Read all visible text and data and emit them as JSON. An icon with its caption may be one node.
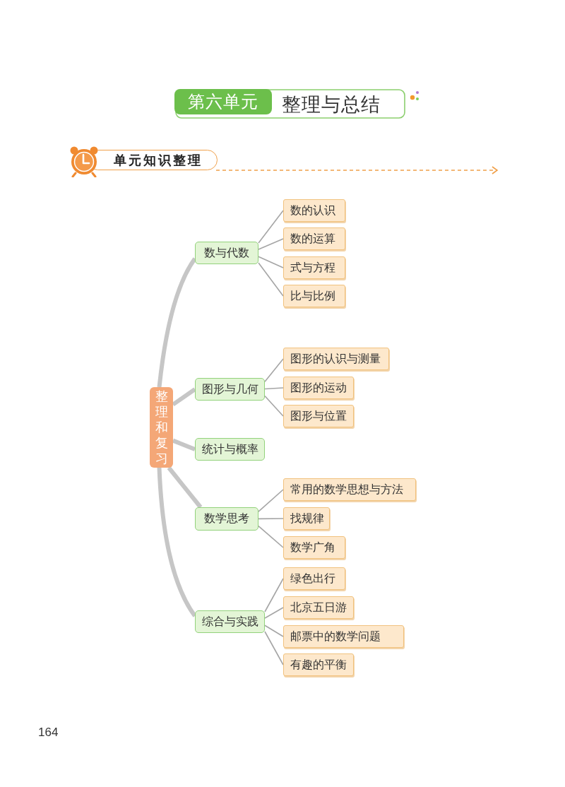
{
  "diagram": {
    "title": "整理与总结",
    "nodes": [
      {
        "text": [
          "整理和复习"
        ]
      },
      {
        "text": [
          "数与代数"
        ]
      },
      {
        "text": [
          "数的认识"
        ]
      },
      {
        "text": [
          "数的运算"
        ]
      },
      {
        "text": [
          "式与方程"
        ]
      },
      {
        "text": [
          "比与比例"
        ]
      },
      {
        "text": [
          "图形与几何"
        ]
      },
      {
        "text": [
          "图形的认识与测量"
        ]
      },
      {
        "text": [
          "图形的运动"
        ]
      },
      {
        "text": [
          "图形与位置"
        ]
      },
      {
        "text": [
          "统计与概率"
        ]
      },
      {
        "text": [
          "数学思考"
        ]
      },
      {
        "text": [
          "常用的数学思想与方法"
        ]
      },
      {
        "text": [
          "找规律"
        ]
      },
      {
        "text": [
          "数学广角"
        ]
      },
      {
        "text": [
          "综合与实践"
        ]
      },
      {
        "text": [
          "绿色出行"
        ]
      },
      {
        "text": [
          "北京五日游"
        ]
      },
      {
        "text": [
          "邮票中的数学问题"
        ]
      },
      {
        "text": [
          "有趣的平衡"
        ]
      }
    ],
    "edges": [
      {
        "from": 0,
        "to": 1,
        "arrow": "none",
        "style": "thick",
        "color": "#c6c6c6"
      },
      {
        "from": 1,
        "to": 2,
        "arrow": "none"
      },
      {
        "from": 1,
        "to": 3,
        "arrow": "none"
      },
      {
        "from": 1,
        "to": 4,
        "arrow": "none"
      },
      {
        "from": 1,
        "to": 5,
        "arrow": "none"
      },
      {
        "from": 0,
        "to": 6,
        "arrow": "none",
        "style": "thick",
        "color": "#c6c6c6"
      },
      {
        "from": 6,
        "to": 7,
        "arrow": "none"
      },
      {
        "from": 6,
        "to": 8,
        "arrow": "none"
      },
      {
        "from": 6,
        "to": 9,
        "arrow": "none"
      },
      {
        "from": 0,
        "to": 10,
        "arrow": "none",
        "style": "thick",
        "color": "#c6c6c6"
      },
      {
        "from": 0,
        "to": 11,
        "arrow": "none",
        "style": "thick",
        "color": "#c6c6c6"
      },
      {
        "from": 11,
        "to": 12,
        "arrow": "none"
      },
      {
        "from": 11,
        "to": 13,
        "arrow": "none"
      },
      {
        "from": 11,
        "to": 14,
        "arrow": "none"
      },
      {
        "from": 0,
        "to": 15,
        "arrow": "none",
        "style": "thick",
        "color": "#c6c6c6"
      },
      {
        "from": 15,
        "to": 16,
        "arrow": "none"
      },
      {
        "from": 15,
        "to": 17,
        "arrow": "none"
      },
      {
        "from": 15,
        "to": 18,
        "arrow": "none"
      },
      {
        "from": 15,
        "to": 19,
        "arrow": "none"
      }
    ],
    "labels": [
      "第六单元",
      "单元知识整理",
      "164"
    ]
  }
}
